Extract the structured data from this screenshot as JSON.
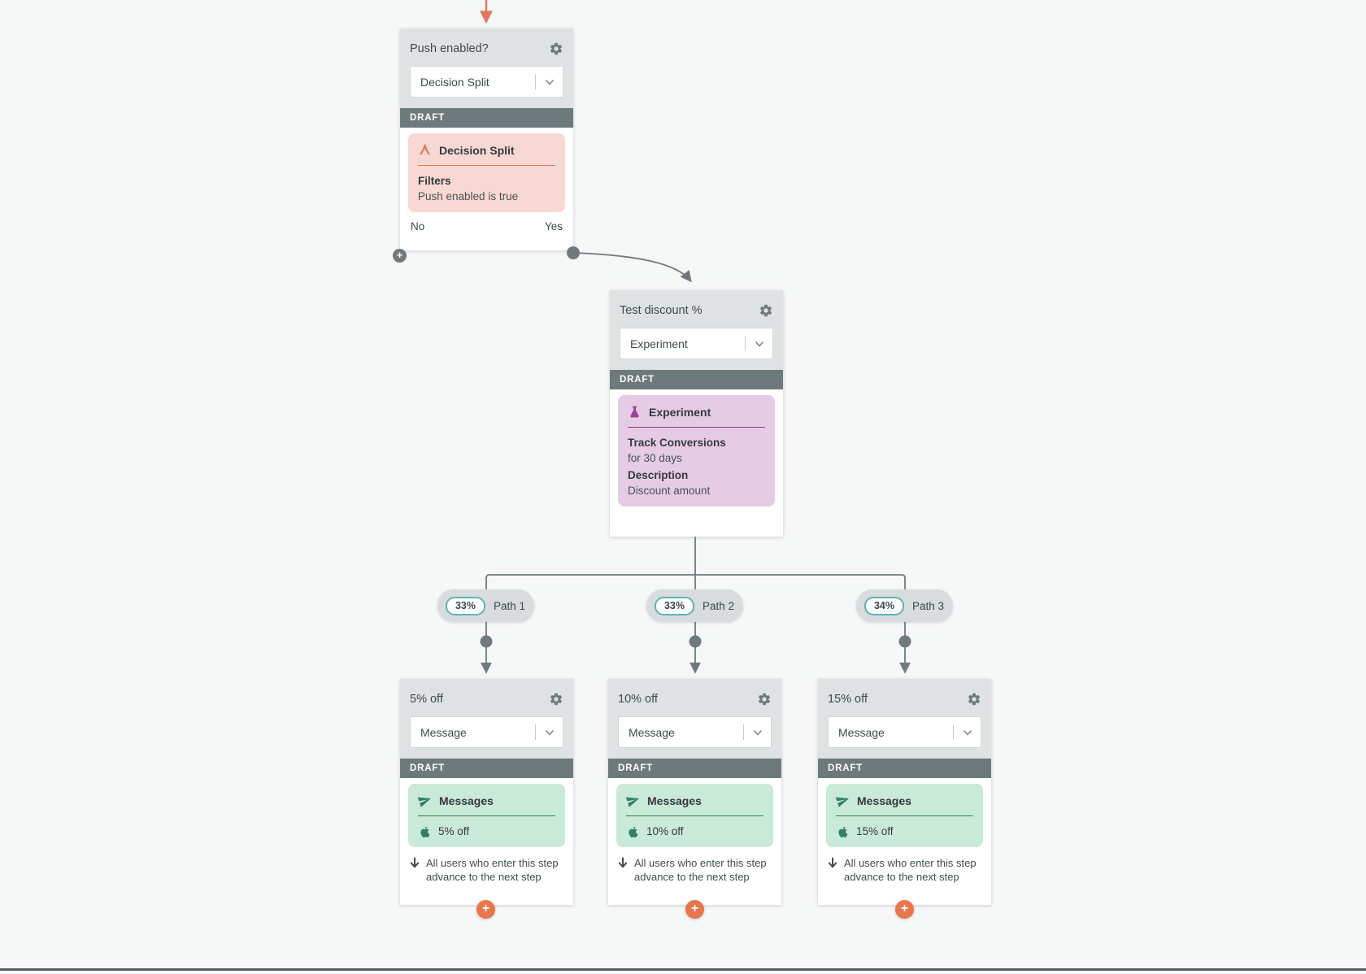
{
  "colors": {
    "canvas_bg": "#f6f7f7",
    "node_header_bg": "#dee2e3",
    "draft_bar_bg": "#6e797b",
    "connector_gray": "#6e7a7c",
    "accent_orange": "#e2795c",
    "decision_card_bg": "#f8d8d3",
    "experiment_card_bg": "#e6cbe5",
    "experiment_accent": "#8e3a8e",
    "message_card_bg": "#c9e9d9",
    "message_accent": "#2e8162",
    "path_pill_bg": "#d8dcde",
    "path_pill_ring": "#5fb3b3"
  },
  "icons": {
    "settings": "gear-icon",
    "select_open": "chevron-down-icon",
    "decision": "wishbone-icon",
    "experiment": "flask-icon",
    "messages": "paper-plane-icon",
    "push_channel": "apple-icon",
    "advance": "down-arrow-icon",
    "add_step": "plus-icon"
  },
  "nodes": {
    "decision": {
      "title": "Push enabled?",
      "selector_value": "Decision Split",
      "status": "DRAFT",
      "card_title": "Decision Split",
      "filters_label": "Filters",
      "filters_value": "Push enabled is true",
      "branch_no": "No",
      "branch_yes": "Yes"
    },
    "experiment": {
      "title": "Test discount %",
      "selector_value": "Experiment",
      "status": "DRAFT",
      "card_title": "Experiment",
      "track_label": "Track Conversions",
      "track_value": "for 30 days",
      "description_label": "Description",
      "description_value": "Discount amount"
    },
    "messages": [
      {
        "title": "5% off",
        "selector_value": "Message",
        "status": "DRAFT",
        "card_title": "Messages",
        "message_name": "5% off",
        "footer_line1": "All users who enter this step",
        "footer_line2": "advance to the next step"
      },
      {
        "title": "10% off",
        "selector_value": "Message",
        "status": "DRAFT",
        "card_title": "Messages",
        "message_name": "10% off",
        "footer_line1": "All users who enter this step",
        "footer_line2": "advance to the next step"
      },
      {
        "title": "15% off",
        "selector_value": "Message",
        "status": "DRAFT",
        "card_title": "Messages",
        "message_name": "15% off",
        "footer_line1": "All users who enter this step",
        "footer_line2": "advance to the next step"
      }
    ]
  },
  "paths": [
    {
      "percent": "33%",
      "label": "Path 1"
    },
    {
      "percent": "33%",
      "label": "Path 2"
    },
    {
      "percent": "34%",
      "label": "Path 3"
    }
  ]
}
